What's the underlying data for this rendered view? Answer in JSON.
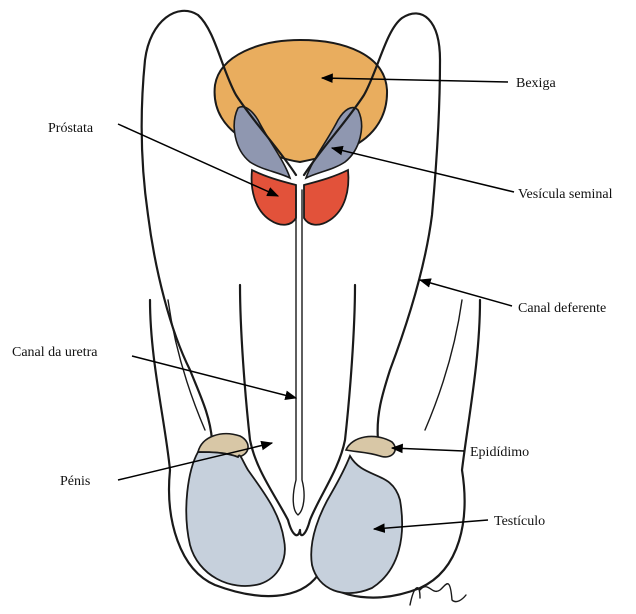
{
  "colors": {
    "bladder": "#e9ad5e",
    "seminal_vesicle": "#8f97b0",
    "prostate": "#e2523a",
    "testis": "#c6d0dc",
    "epididymis": "#d8c7a6",
    "outline": "#1a1a1a"
  },
  "labels": {
    "bexiga": "Bexiga",
    "prostata": "Próstata",
    "vesicula_seminal": "Vesícula  seminal",
    "canal_deferente": "Canal deferente",
    "canal_uretra": "Canal da uretra",
    "epididimo": "Epidídimo",
    "penis": "Pénis",
    "testiculo": "Testículo"
  }
}
